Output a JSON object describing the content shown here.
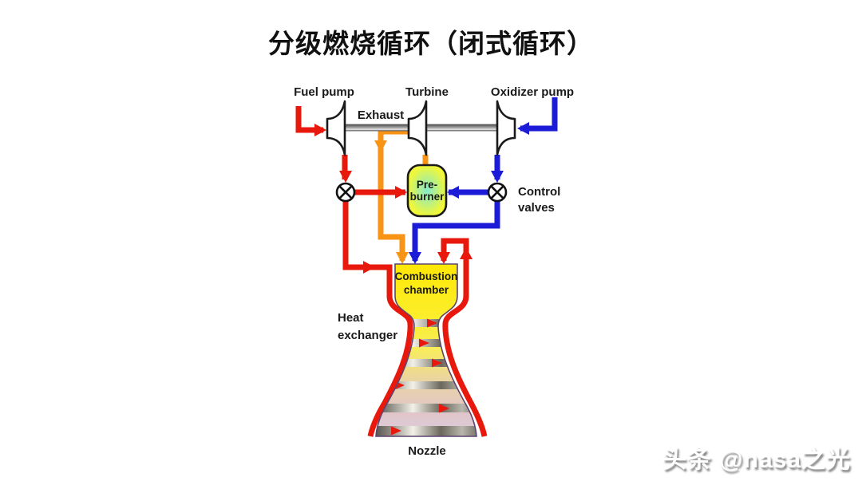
{
  "title": "分级燃烧循环（闭式循环）",
  "watermark": "头条 @nasa之光",
  "diagram": {
    "labels": {
      "fuel_pump": "Fuel pump",
      "turbine": "Turbine",
      "oxidizer_pump": "Oxidizer pump",
      "exhaust": "Exhaust",
      "preburner_line1": "Pre-",
      "preburner_line2": "burner",
      "control_valves_line1": "Control",
      "control_valves_line2": "valves",
      "combustion_chamber_line1": "Combustion",
      "combustion_chamber_line2": "chamber",
      "heat_exchanger_line1": "Heat",
      "heat_exchanger_line2": "exchanger",
      "nozzle": "Nozzle"
    },
    "colors": {
      "fuel_red": "#e8180d",
      "oxidizer_blue": "#1b1bd8",
      "exhaust_orange": "#f79416",
      "preburner_center": "#86ecc9",
      "preburner_outer": "#fdfd2b",
      "chamber_yellow": "#ffe705",
      "nozzle_exit_pink": "#dccbde",
      "shaft_gray": "#8a8a8a"
    }
  }
}
